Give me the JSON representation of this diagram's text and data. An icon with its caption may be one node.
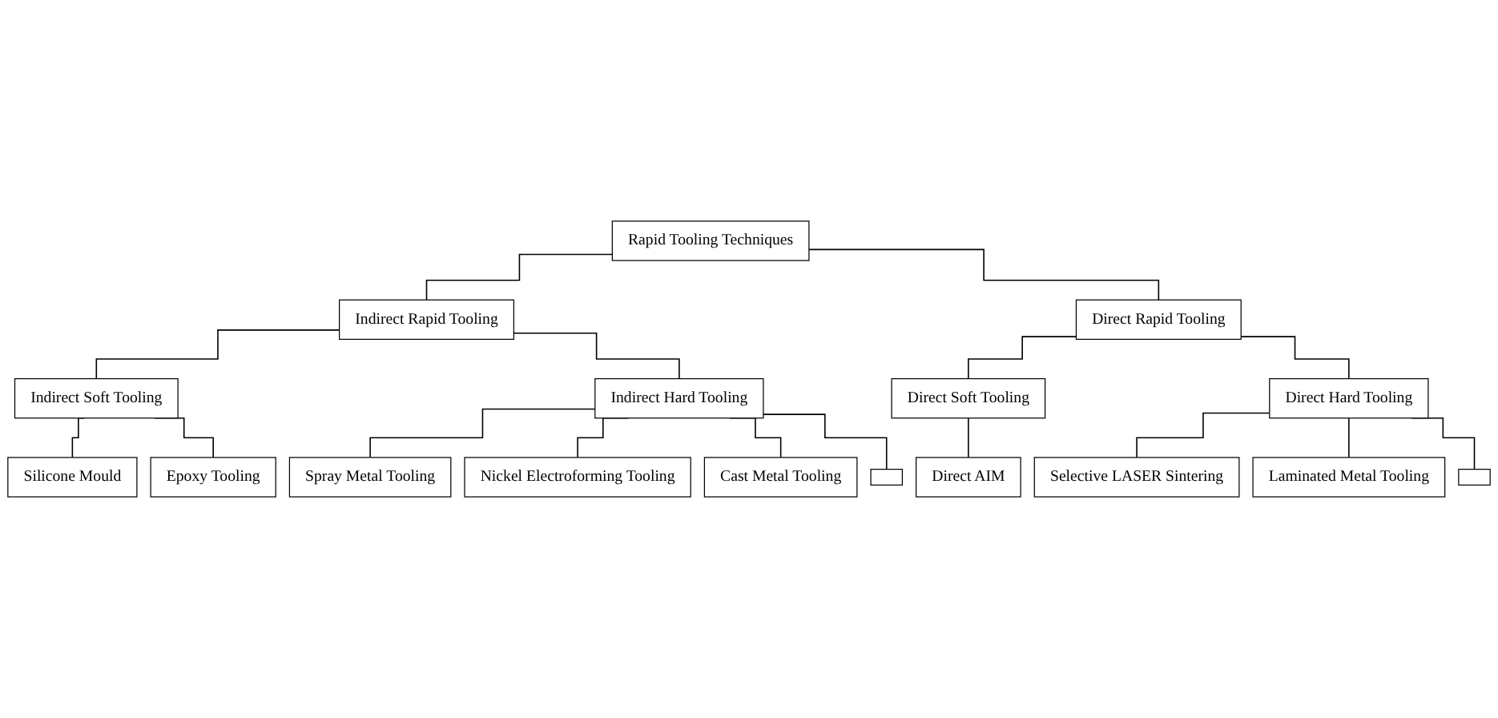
{
  "diagram": {
    "nodes": [
      {
        "text": [
          "Rapid Tooling Techniques"
        ]
      },
      {
        "text": [
          "Indirect Rapid Tooling"
        ]
      },
      {
        "text": [
          "Direct Rapid Tooling"
        ]
      },
      {
        "text": [
          "Indirect Soft Tooling"
        ]
      },
      {
        "text": [
          "Indirect Hard Tooling"
        ]
      },
      {
        "text": [
          "Direct Soft Tooling"
        ]
      },
      {
        "text": [
          "Direct Hard Tooling"
        ]
      },
      {
        "text": [
          "Silicone Mould"
        ]
      },
      {
        "text": [
          "Epoxy Tooling"
        ]
      },
      {
        "text": [
          "Spray Metal Tooling"
        ]
      },
      {
        "text": [
          "Nickel Electroforming Tooling"
        ]
      },
      {
        "text": [
          "Cast Metal Tooling"
        ]
      },
      {
        "text": [],
        "shape": "box"
      },
      {
        "text": [
          "Direct AIM"
        ]
      },
      {
        "text": [
          "Selective LASER Sintering"
        ]
      },
      {
        "text": [
          "Laminated Metal Tooling"
        ]
      },
      {
        "text": [],
        "shape": "box"
      }
    ],
    "edges": [
      {
        "from": 0,
        "to": 1,
        "arrow": "none"
      },
      {
        "from": 0,
        "to": 2,
        "arrow": "none"
      },
      {
        "from": 1,
        "to": 3,
        "arrow": "none"
      },
      {
        "from": 1,
        "to": 4,
        "arrow": "none"
      },
      {
        "from": 2,
        "to": 5,
        "arrow": "none"
      },
      {
        "from": 2,
        "to": 6,
        "arrow": "none"
      },
      {
        "from": 3,
        "to": 7,
        "arrow": "none"
      },
      {
        "from": 3,
        "to": 8,
        "arrow": "none"
      },
      {
        "from": 4,
        "to": 9,
        "arrow": "none"
      },
      {
        "from": 4,
        "to": 10,
        "arrow": "none"
      },
      {
        "from": 4,
        "to": 11,
        "arrow": "none"
      },
      {
        "from": 4,
        "to": 12,
        "arrow": "none"
      },
      {
        "from": 5,
        "to": 13,
        "arrow": "none"
      },
      {
        "from": 6,
        "to": 14,
        "arrow": "none"
      },
      {
        "from": 6,
        "to": 15,
        "arrow": "none"
      },
      {
        "from": 6,
        "to": 16,
        "arrow": "none"
      }
    ]
  }
}
